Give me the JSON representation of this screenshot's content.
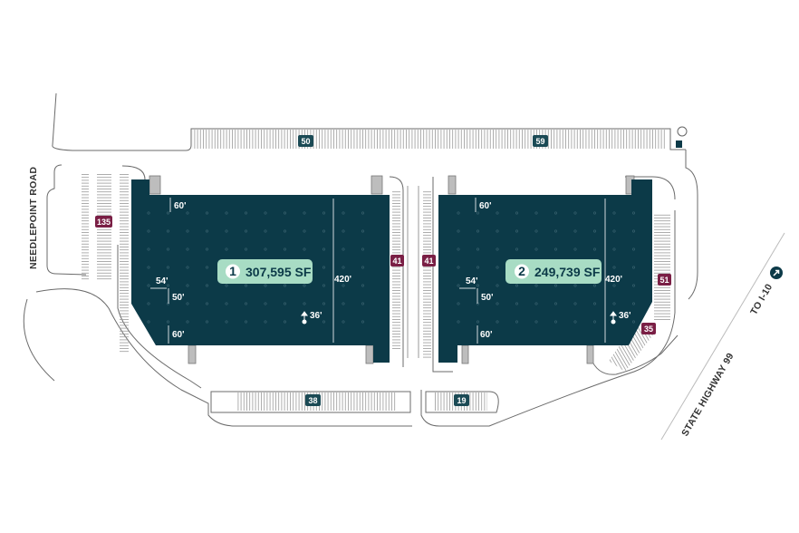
{
  "colors": {
    "building": "#0c3a48",
    "sf_label": "#a8dcc4",
    "parking_badge_maroon": "#7a1f45",
    "parking_badge_teal": "#1b4a55"
  },
  "roads": {
    "needlepoint": "NEEDLEPOINT ROAD",
    "highway": "STATE HIGHWAY 99",
    "to_i10": "TO I-10",
    "arrow_icon": "arrow-up-right-circle-icon"
  },
  "buildings": [
    {
      "number": "1",
      "area": "307,595 SF",
      "depth": "420'",
      "dock_depth_top": "60'",
      "dock_depth_bottom": "60'",
      "bay_width": "54'",
      "bay_depth": "50'",
      "clear_height": "36'"
    },
    {
      "number": "2",
      "area": "249,739 SF",
      "depth": "420'",
      "dock_depth_top": "60'",
      "dock_depth_bottom": "60'",
      "bay_width": "54'",
      "bay_depth": "50'",
      "clear_height": "36'"
    }
  ],
  "parking": {
    "north_left": "50",
    "north_right": "59",
    "west": "135",
    "b1_east": "41",
    "b2_west": "41",
    "b2_east": "51",
    "b2_southeast": "35",
    "south_left": "38",
    "south_right": "19"
  }
}
